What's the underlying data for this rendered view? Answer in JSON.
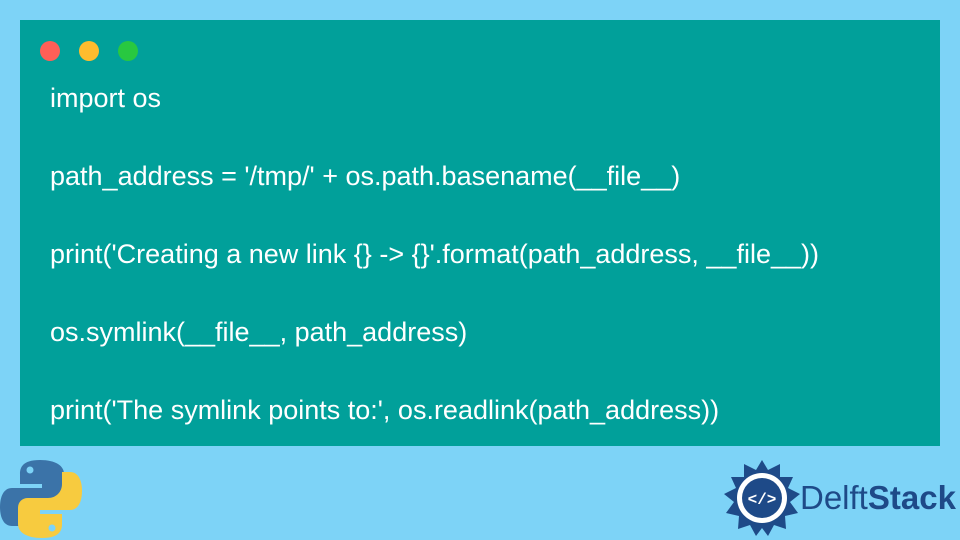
{
  "window": {
    "controls": [
      "close",
      "minimize",
      "maximize"
    ],
    "colors": {
      "background": "#01a09a",
      "page": "#7dd3f7",
      "text": "#ffffff"
    }
  },
  "code": {
    "lines": [
      "import os",
      "path_address = '/tmp/' + os.path.basename(__file__)",
      "print('Creating a new link {} -> {}'.format(path_address, __file__))",
      "os.symlink(__file__, path_address)",
      "print('The symlink points to:', os.readlink(path_address))"
    ]
  },
  "footer": {
    "python_logo_icon": "python-logo-icon",
    "brand": {
      "part_one": "Delft",
      "part_two": "Stack",
      "icon": "code-brackets-icon",
      "color": "#1e4a88"
    }
  }
}
